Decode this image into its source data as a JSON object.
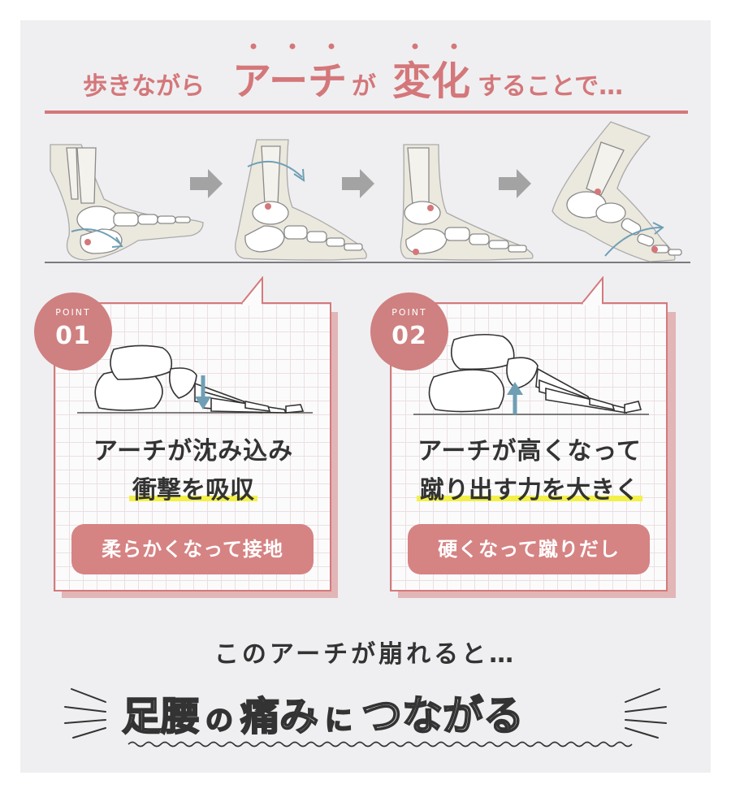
{
  "heading": {
    "p1": "歩きながら",
    "p2": "アーチ",
    "p3": "が",
    "p4": "変化",
    "p5": "することで…"
  },
  "points": [
    {
      "label": "POINT",
      "number": "01",
      "line1": "アーチが沈み込み",
      "line2": "衝撃を吸収",
      "pill": "柔らかくなって接地"
    },
    {
      "label": "POINT",
      "number": "02",
      "line1": "アーチが高くなって",
      "line2": "蹴り出す力を大きく",
      "pill": "硬くなって蹴りだし"
    }
  ],
  "bottom": {
    "subline": "このアーチが崩れると…",
    "big1": "足腰",
    "big2": "の",
    "big3": "痛み",
    "big4": "に",
    "big5": "つながる"
  },
  "colors": {
    "accent": "#d4777a",
    "badge": "#cf8080",
    "pill": "#d68383",
    "highlight": "#f3f04a",
    "arrow_blue": "#6f9fb5",
    "arrow_gray": "#a3a3a3"
  }
}
